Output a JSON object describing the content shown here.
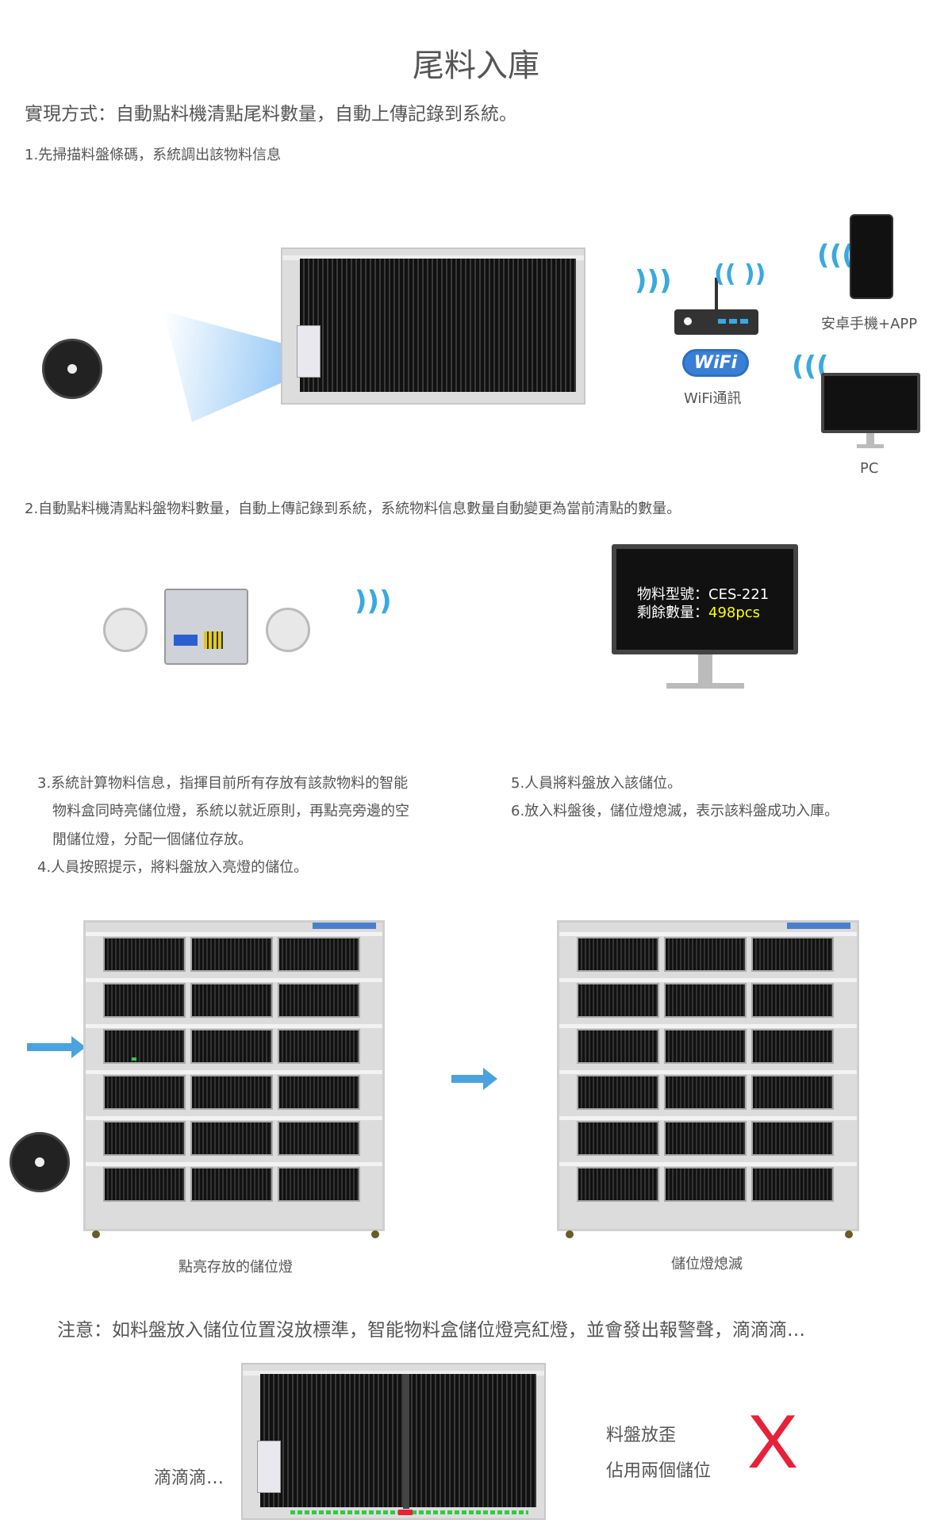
{
  "title": "尾料入庫",
  "subtitle": "實現方式：自動點料機清點尾料數量，自動上傳記錄到系統。",
  "step1": "1.先掃描料盤條碼，系統調出該物料信息",
  "network": {
    "wifi_logo": "WiFi",
    "wifi_label": "WiFi通訊",
    "phone_label": "安卓手機+APP",
    "pc_label": "PC"
  },
  "step2": "2.自動點料機清點料盤物料數量，自動上傳記錄到系統，系統物料信息數量自動變更為當前清點的數量。",
  "screen": {
    "model_label": "物料型號：",
    "model_value": "CES-221",
    "qty_label": "剩餘數量：",
    "qty_value": "498pcs"
  },
  "steps_left": [
    "3.系統計算物料信息，指揮目前所有存放有該款物料的智能",
    "物料盒同時亮儲位燈，系統以就近原則，再點亮旁邊的空",
    "閒儲位燈，分配一個儲位存放。",
    "4.人員按照提示，將料盤放入亮燈的儲位。"
  ],
  "steps_right": [
    "5.人員將料盤放入該儲位。",
    "6.放入料盤後，儲位燈熄滅，表示該料盤成功入庫。"
  ],
  "cabinet_captions": [
    "點亮存放的儲位燈",
    "儲位燈熄滅"
  ],
  "note": "注意：如料盤放入儲位位置沒放標準，智能物料盒儲位燈亮紅燈，並會發出報警聲，滴滴滴…",
  "alarm_sound": "滴滴滴…",
  "wrong_labels": [
    "料盤放歪",
    "佔用兩個儲位"
  ],
  "wrong_mark": "X",
  "colors": {
    "accent": "#39a9e0",
    "error": "#e8213a",
    "highlight": "#ffff00"
  }
}
